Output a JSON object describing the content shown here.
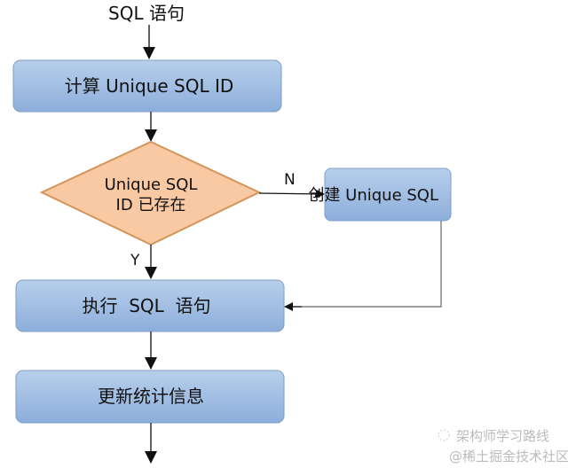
{
  "flowchart": {
    "start_label": "SQL 语句",
    "compute_step": "计算 Unique SQL ID",
    "decision_line1": "Unique SQL",
    "decision_line2": "ID 已存在",
    "no_label": "N",
    "yes_label": "Y",
    "create_step": "创建 Unique SQL",
    "execute_step": "执行  SQL  语句",
    "update_step": "更新统计信息"
  },
  "watermark": {
    "text1": "架构师学习路线",
    "text2": "@稀土掘金技术社区"
  },
  "colors": {
    "box_fill_top": "#b4cdea",
    "box_fill_bottom": "#8eb1dc",
    "box_stroke": "#7f9fc7",
    "diamond_fill": "#f9c9a3",
    "diamond_stroke": "#d3955a"
  }
}
